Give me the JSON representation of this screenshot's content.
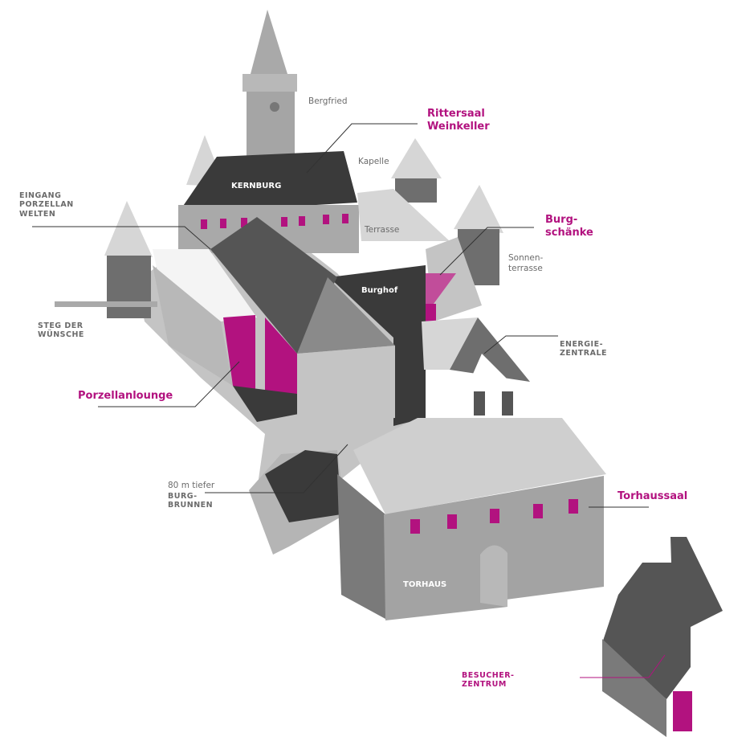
{
  "colors": {
    "accent_magenta": "#b2127f",
    "roof_dark": "#3a3a3a",
    "wall_mid": "#9a9a9a",
    "wall_light": "#c4c4c4",
    "roof_light": "#d6d6d6",
    "label_gray": "#6b6b6b"
  },
  "labels": {
    "bergfried": "Bergfried",
    "rittersaal": "Rittersaal\nWeinkeller",
    "kernburg": "KERNBURG",
    "kapelle": "Kapelle",
    "eingang": "EINGANG\nPORZELLAN\nWELTEN",
    "terrasse": "Terrasse",
    "burgschaenke": "Burg-\nschänke",
    "sonnenterrasse": "Sonnen-\nterrasse",
    "burghof": "Burghof",
    "steg": "STEG DER\nWÜNSCHE",
    "energiezentrale": "ENERGIE-\nZENTRALE",
    "porzellanlounge": "Porzellanlounge",
    "brunnen_depth": "80 m tiefer",
    "brunnen": "BURG-\nBRUNNEN",
    "torhaussaal": "Torhaussaal",
    "torhaus": "TORHAUS",
    "besucherzentrum": "BESUCHER-\nZENTRUM"
  }
}
